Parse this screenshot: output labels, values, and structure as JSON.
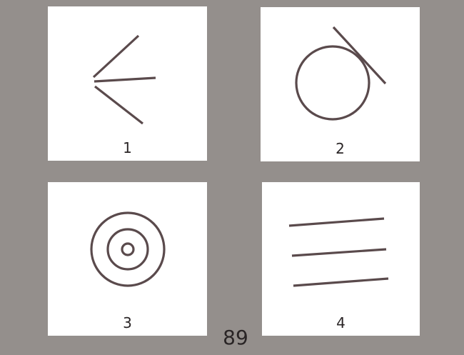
{
  "colors": {
    "background": "#948f8c",
    "card": "#ffffff",
    "line": "#5a4a4c",
    "text": "#2a2526"
  },
  "figures": [
    {
      "label": "1",
      "icon": "three-diverging-lines"
    },
    {
      "label": "2",
      "icon": "circle-with-tangent-line"
    },
    {
      "label": "3",
      "icon": "concentric-circles"
    },
    {
      "label": "4",
      "icon": "three-parallel-lines"
    }
  ],
  "page_number": "89"
}
